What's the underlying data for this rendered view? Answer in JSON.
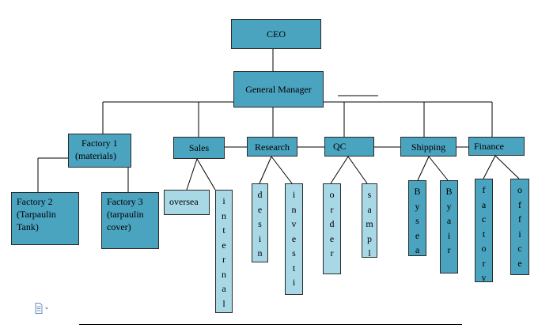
{
  "org_chart": {
    "ceo": "CEO",
    "general_manager": "General Manager",
    "departments": {
      "factory1": [
        "Factory 1",
        "(materials)"
      ],
      "sales": "Sales",
      "research": "Research",
      "qc": "QC",
      "shipping": "Shipping",
      "finance": "Finance"
    },
    "sub_units": {
      "factory2": [
        "Factory 2",
        "(Tarpaulin",
        "Tank)"
      ],
      "factory3": [
        "Factory 3",
        "(tarpaulin",
        "cover)"
      ],
      "oversea": "oversea",
      "internal": [
        "i",
        "n",
        "t",
        "e",
        "r",
        "n",
        "a",
        "l"
      ],
      "desin": [
        "d",
        "e",
        "s",
        "i",
        "n"
      ],
      "investi": [
        "i",
        "n",
        "v",
        "e",
        "s",
        "t",
        "i"
      ],
      "order": [
        "o",
        "r",
        "d",
        "e",
        "r"
      ],
      "sampl": [
        "s",
        "a",
        "m",
        "p",
        "l"
      ],
      "by_sea": [
        "B",
        "y",
        "s",
        "e",
        "a"
      ],
      "by_air": [
        "B",
        "y",
        "a",
        "i",
        "r"
      ],
      "factory": [
        "f",
        "a",
        "c",
        "t",
        "o",
        "r",
        "y"
      ],
      "office": [
        "o",
        "f",
        "f",
        "i",
        "c",
        "e"
      ]
    }
  },
  "colors": {
    "dark_box": "#4aa3bf",
    "light_box": "#a8d8e6"
  },
  "icons": {
    "document": "document-icon"
  }
}
